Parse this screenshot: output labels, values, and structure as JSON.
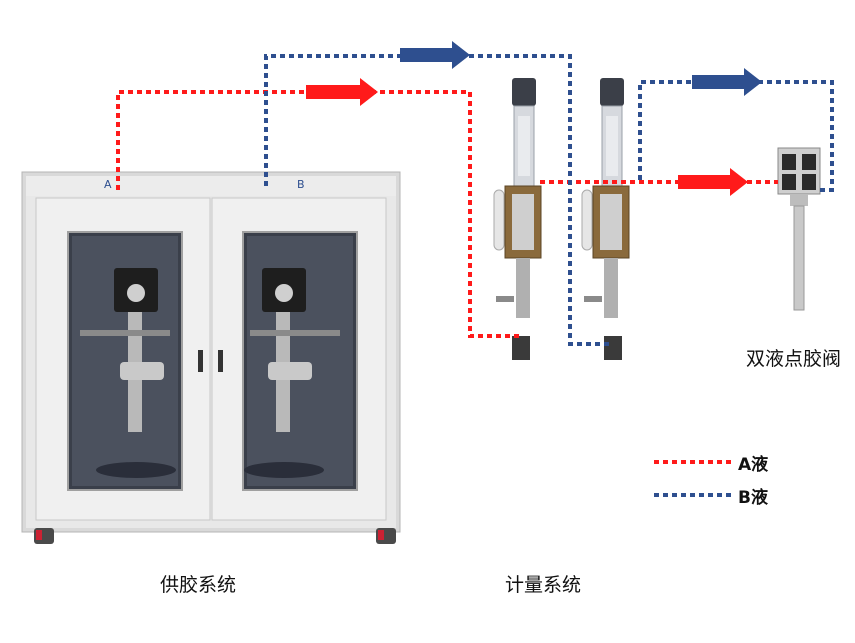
{
  "labels": {
    "supply_system": "供胶系统",
    "metering_system": "计量系统",
    "dispense_valve": "双液点胶阀"
  },
  "cabinet": {
    "port_a": "A",
    "port_b": "B"
  },
  "legend": {
    "a_liquid": "A液",
    "b_liquid": "B液"
  },
  "colors": {
    "a_line": "#ff1a1a",
    "b_line": "#2e4f8f",
    "cabinet": "#e6e6e6"
  }
}
